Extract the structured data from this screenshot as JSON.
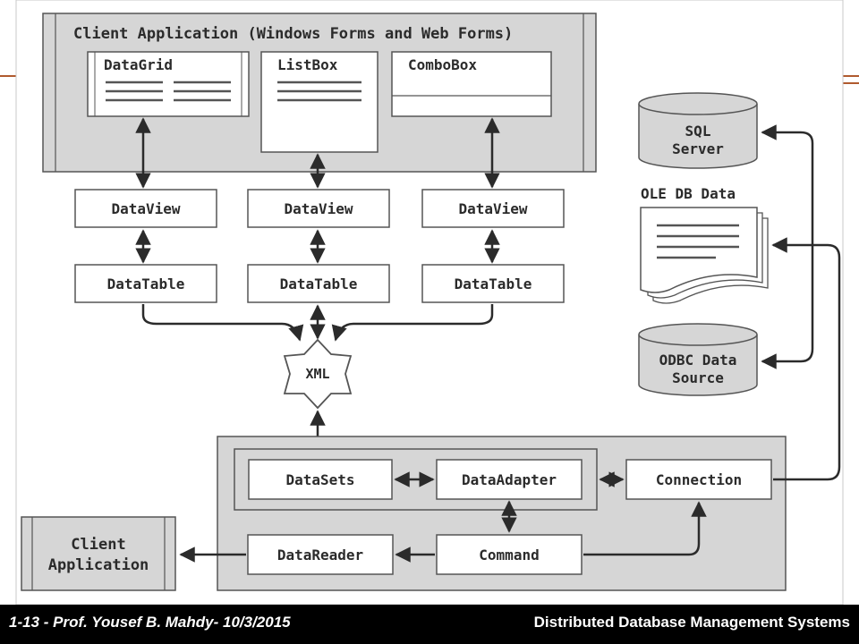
{
  "client_app": {
    "title": "Client Application (Windows Forms and Web Forms)",
    "controls": [
      "DataGrid",
      "ListBox",
      "ComboBox"
    ]
  },
  "dataviews": [
    "DataView",
    "DataView",
    "DataView"
  ],
  "datatables": [
    "DataTable",
    "DataTable",
    "DataTable"
  ],
  "xml_label": "XML",
  "data_sources": {
    "sql": [
      "SQL",
      "Server"
    ],
    "oledb": "OLE DB Data",
    "odbc": [
      "ODBC Data",
      "Source"
    ]
  },
  "provider": {
    "datasets": "DataSets",
    "dataadapter": "DataAdapter",
    "connection": "Connection",
    "datareader": "DataReader",
    "command": "Command"
  },
  "client_app_bottom": [
    "Client",
    "Application"
  ],
  "footer": {
    "left": "1-13 - Prof. Yousef B. Mahdy- 10/3/2015",
    "right": "Distributed Database Management Systems"
  },
  "colors": {
    "panel": "#d6d6d6",
    "box": "#ffffff",
    "line": "#2b2b2b",
    "accent": "#b05a2e",
    "footer": "#000000"
  }
}
